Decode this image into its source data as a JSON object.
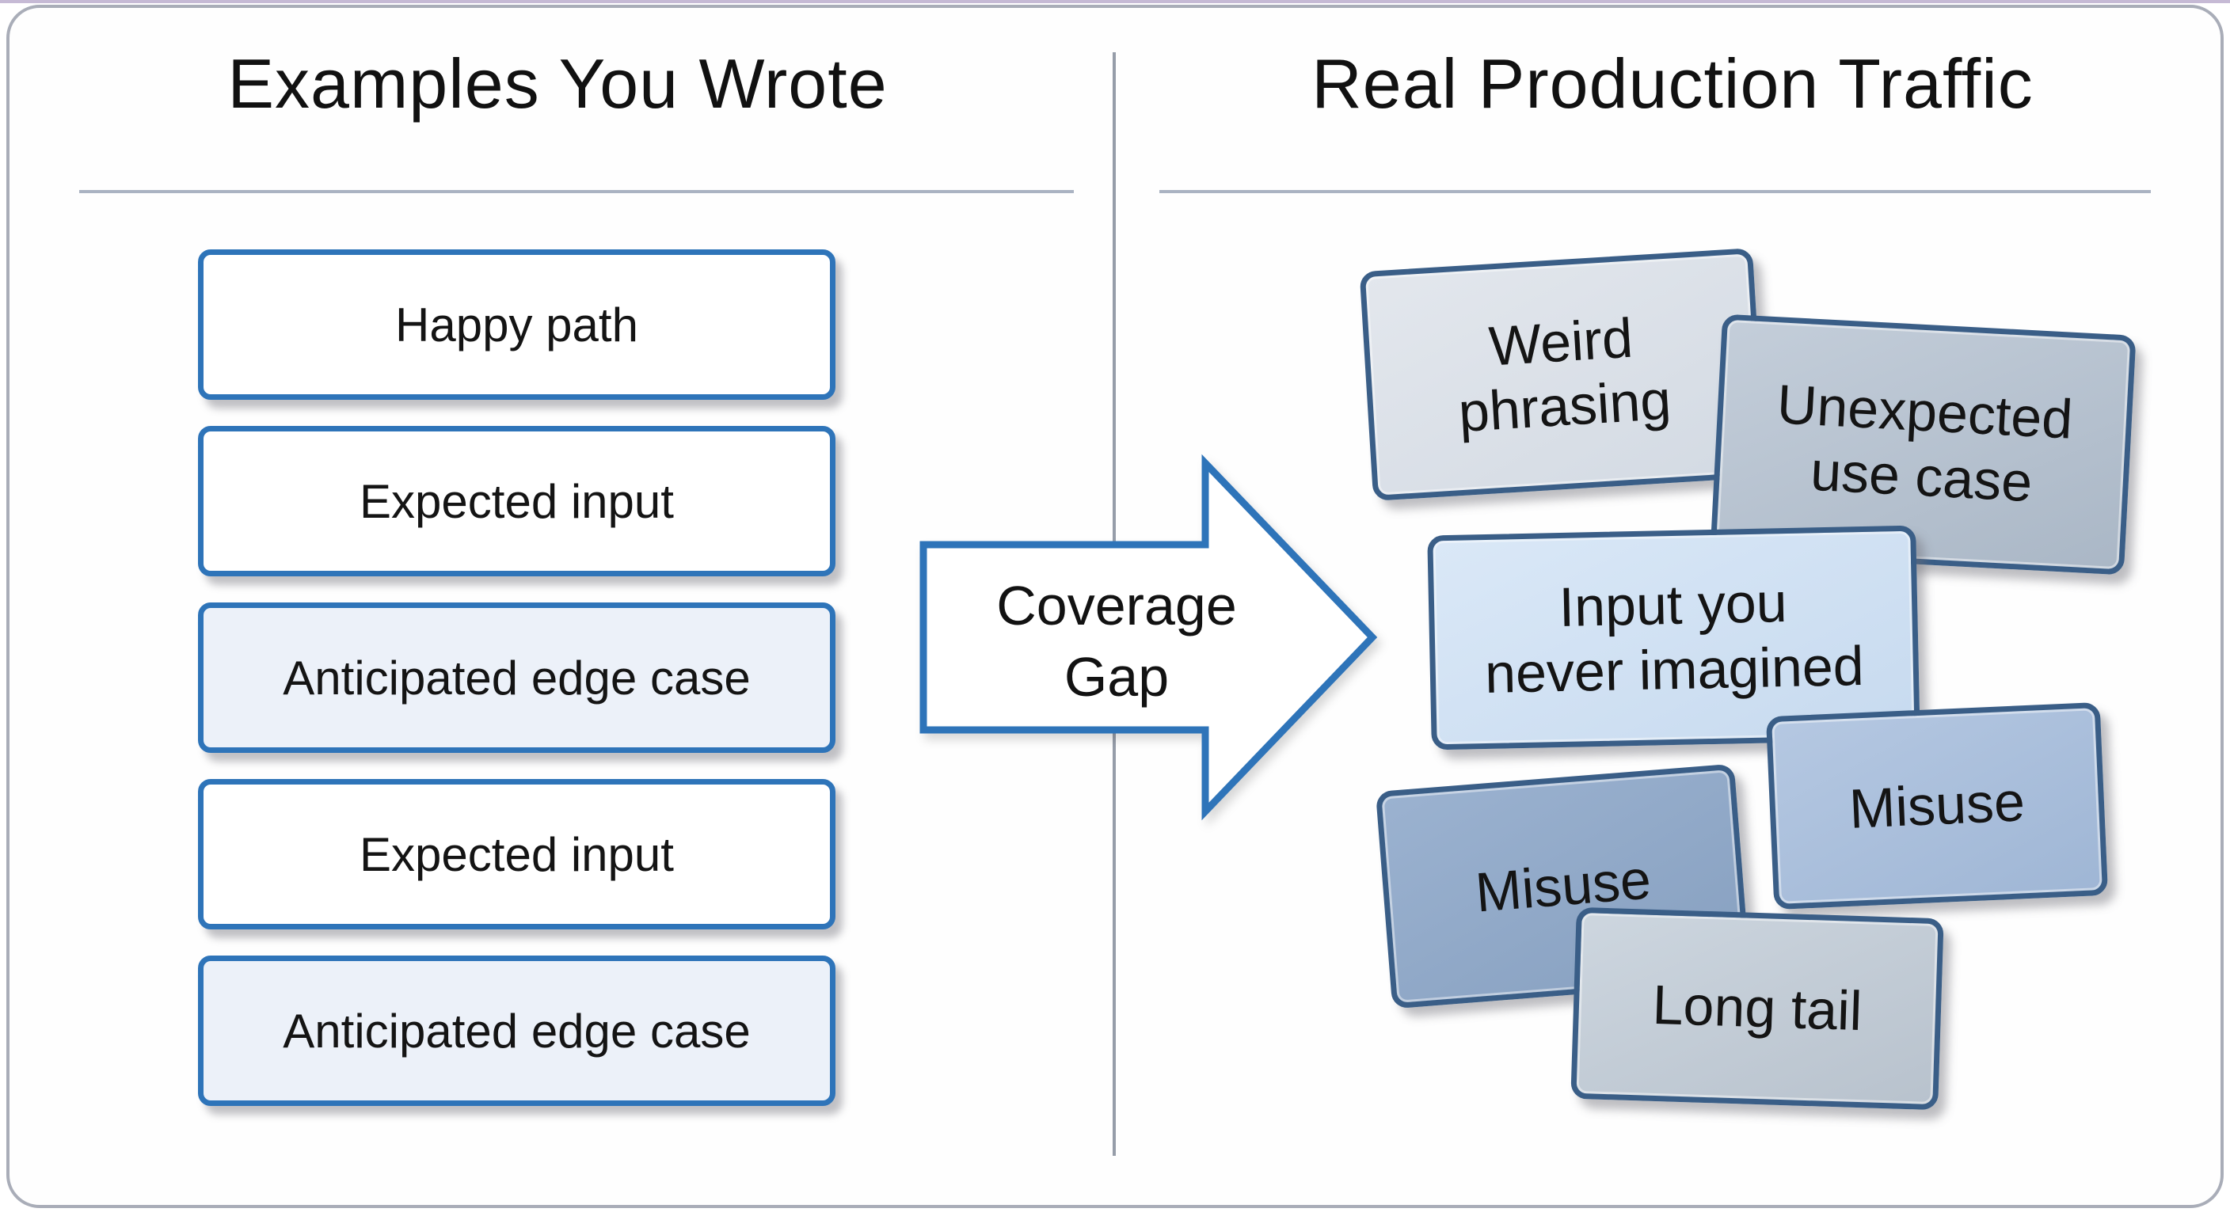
{
  "left_panel": {
    "title": "Examples You Wrote",
    "boxes": [
      {
        "label": "Happy path"
      },
      {
        "label": "Expected input"
      },
      {
        "label": "Anticipated edge case"
      },
      {
        "label": "Expected input"
      },
      {
        "label": "Anticipated edge case"
      }
    ]
  },
  "arrow": {
    "lines": [
      "Coverage",
      "Gap"
    ]
  },
  "right_panel": {
    "title": "Real Production Traffic",
    "boxes": [
      {
        "lines": [
          "Weird",
          "phrasing"
        ]
      },
      {
        "lines": [
          "Unexpected",
          "use case"
        ]
      },
      {
        "lines": [
          "Input you",
          "never imagined"
        ]
      },
      {
        "lines": [
          "Misuse"
        ]
      },
      {
        "lines": [
          "Misuse"
        ]
      },
      {
        "lines": [
          "Long tail"
        ]
      }
    ]
  },
  "palette": {
    "left_box_border": "#2e74b9",
    "left_box_fill": "#ffffff",
    "left_box_tint_fill": "#ecf1f9",
    "right_box_border": "#3a5e87",
    "right_box_fills": [
      "#d9dfe7",
      "#b6c2cf",
      "#cfe0f2",
      "#aac0dc",
      "#8fa9c8",
      "#c2ccd6"
    ],
    "arrow_border": "#2e74b9",
    "arrow_fill": "#ffffff",
    "divider_gray": "#969da9",
    "card_border": "#a9adb8",
    "text_black": "#141414"
  }
}
